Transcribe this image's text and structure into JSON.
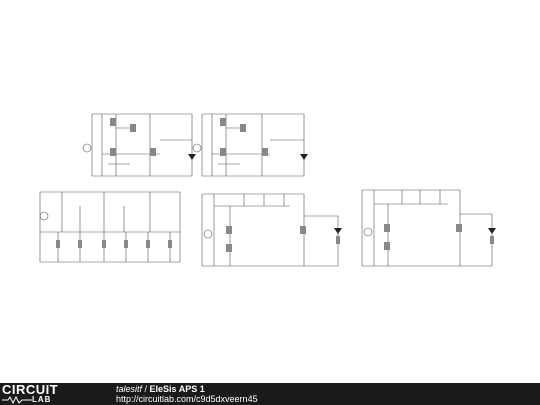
{
  "footer": {
    "logo_top": "CIRCUIT",
    "logo_bottom": "LAB",
    "author": "talesitf",
    "separator": " / ",
    "title": "EleSis APS 1",
    "url": "http://circuitlab.com/c9d5dxveern45"
  },
  "colors": {
    "wire": "#555555",
    "background": "#ffffff",
    "footer_bg": "#1a1a1a",
    "led": "#222222"
  }
}
